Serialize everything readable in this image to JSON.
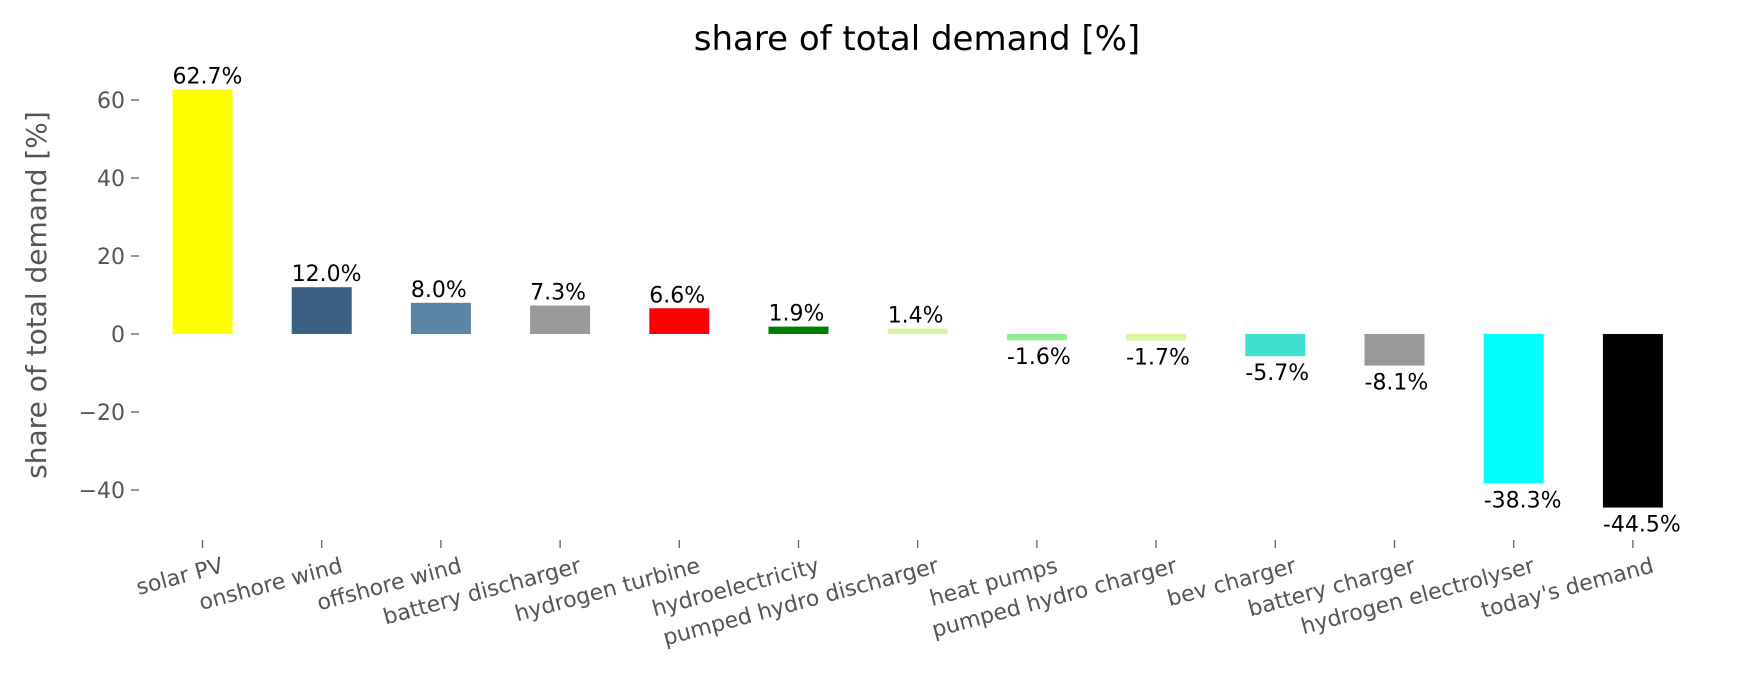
{
  "chart_data": {
    "type": "bar",
    "title": "share of total demand [%]",
    "xlabel": "",
    "ylabel": "share of total demand [%]",
    "ylim": [
      -50,
      67
    ],
    "yticks": [
      -40,
      -20,
      0,
      20,
      40,
      60
    ],
    "ytick_labels": [
      "−40",
      "−20",
      "0",
      "20",
      "40",
      "60"
    ],
    "grid": false,
    "categories": [
      "solar PV",
      "onshore wind",
      "offshore wind",
      "battery discharger",
      "hydrogen turbine",
      "hydroelectricity",
      "pumped hydro discharger",
      "heat pumps",
      "pumped hydro charger",
      "bev charger",
      "battery charger",
      "hydrogen electrolyser",
      "today's demand"
    ],
    "values": [
      62.7,
      12.0,
      8.0,
      7.3,
      6.6,
      1.9,
      1.4,
      -1.6,
      -1.7,
      -5.7,
      -8.1,
      -38.3,
      -44.5
    ],
    "data_labels": [
      "62.7%",
      "12.0%",
      "8.0%",
      "7.3%",
      "6.6%",
      "1.9%",
      "1.4%",
      "-1.6%",
      "-1.7%",
      "-5.7%",
      "-8.1%",
      "-38.3%",
      "-44.5%"
    ],
    "colors": [
      "#ffff00",
      "#3b6182",
      "#5b84a6",
      "#999999",
      "#ff0000",
      "#008000",
      "#d9f5a6",
      "#90ee90",
      "#d9f5a6",
      "#40e0d0",
      "#999999",
      "#00ffff",
      "#000000"
    ]
  }
}
